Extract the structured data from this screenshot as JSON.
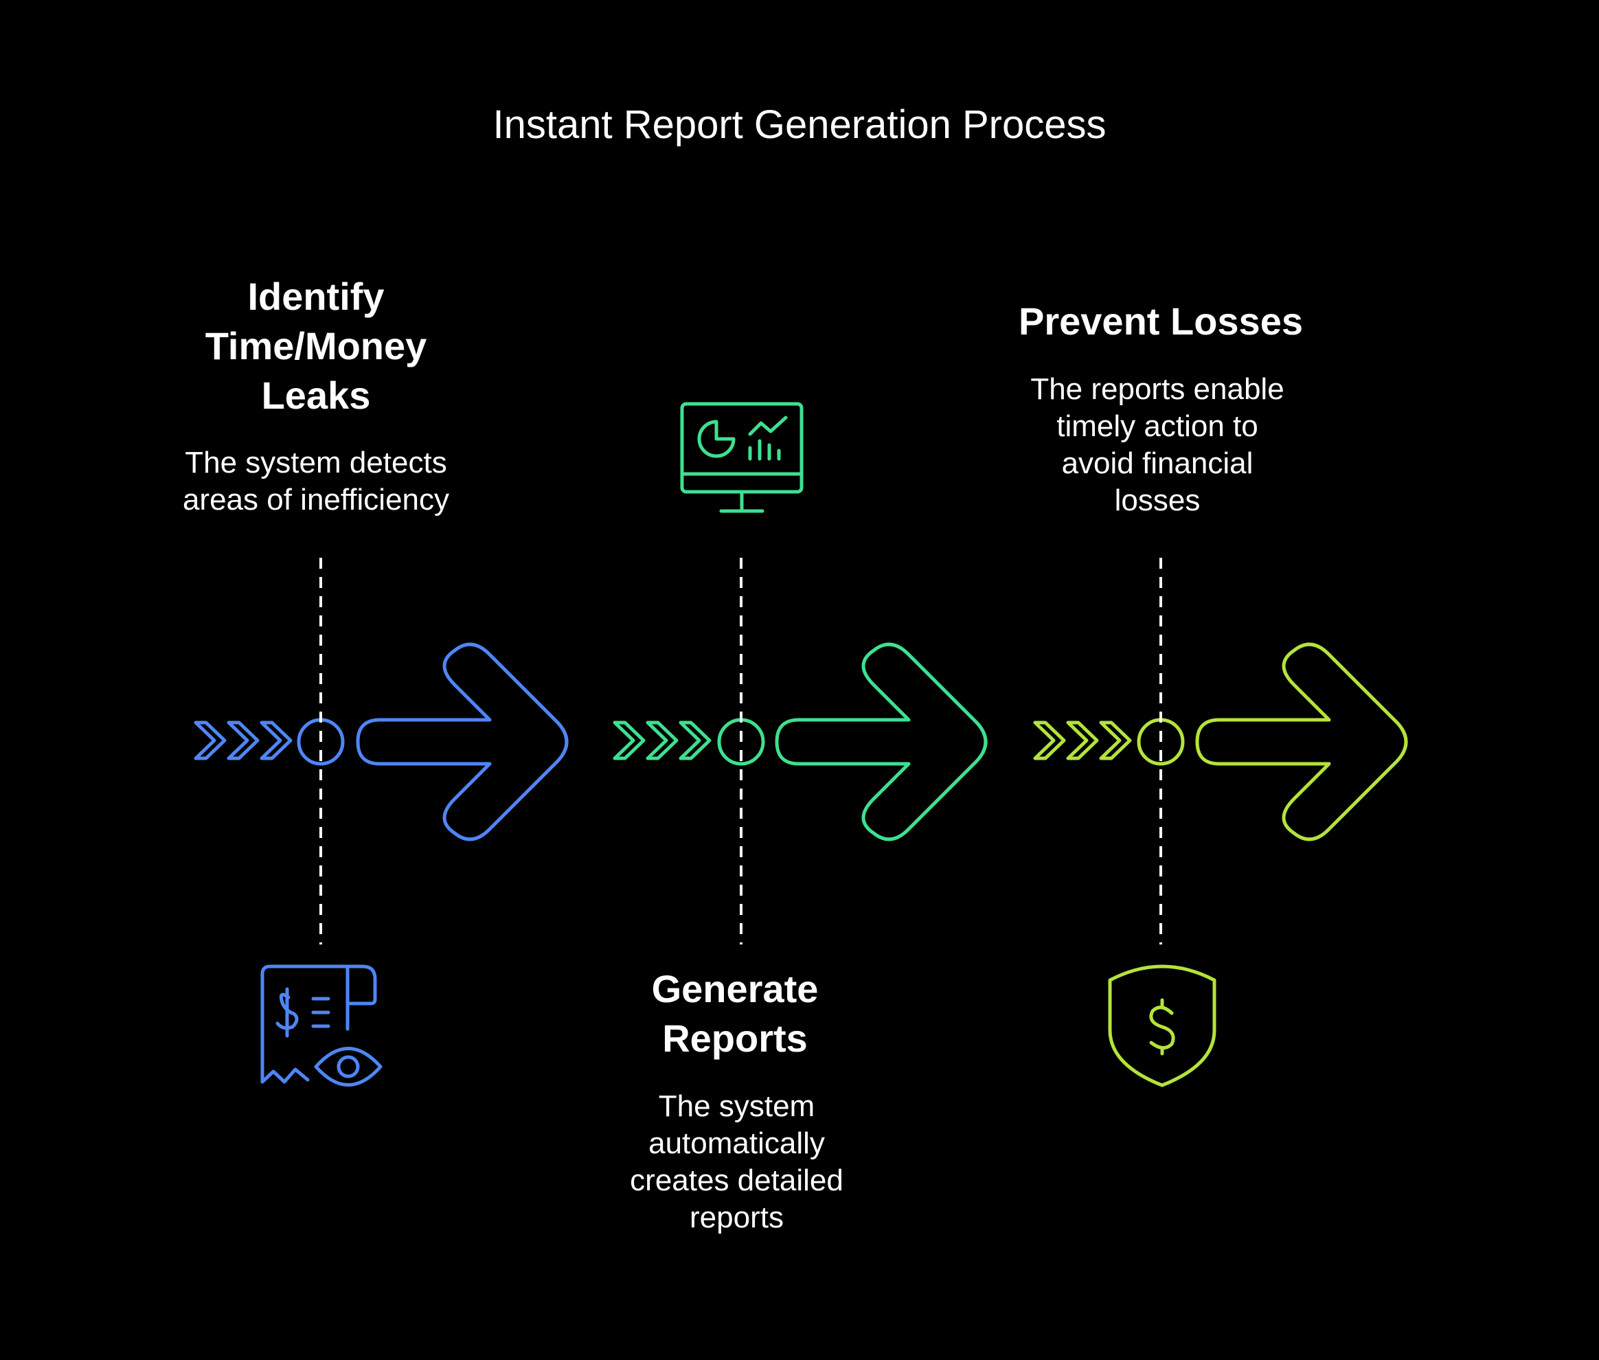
{
  "title": "Instant Report Generation Process",
  "steps": [
    {
      "heading": "Identify Time/Money Leaks",
      "description": "The system detects areas of inefficiency",
      "color": "#4f86f5",
      "icon": "receipt-eye-icon"
    },
    {
      "heading": "Generate Reports",
      "description": "The system automatically creates detailed reports",
      "color": "#3ee08f",
      "icon": "monitor-chart-icon"
    },
    {
      "heading": "Prevent Losses",
      "description": "The reports enable timely action to avoid financial losses",
      "color": "#b4e33b",
      "icon": "shield-dollar-icon"
    }
  ]
}
